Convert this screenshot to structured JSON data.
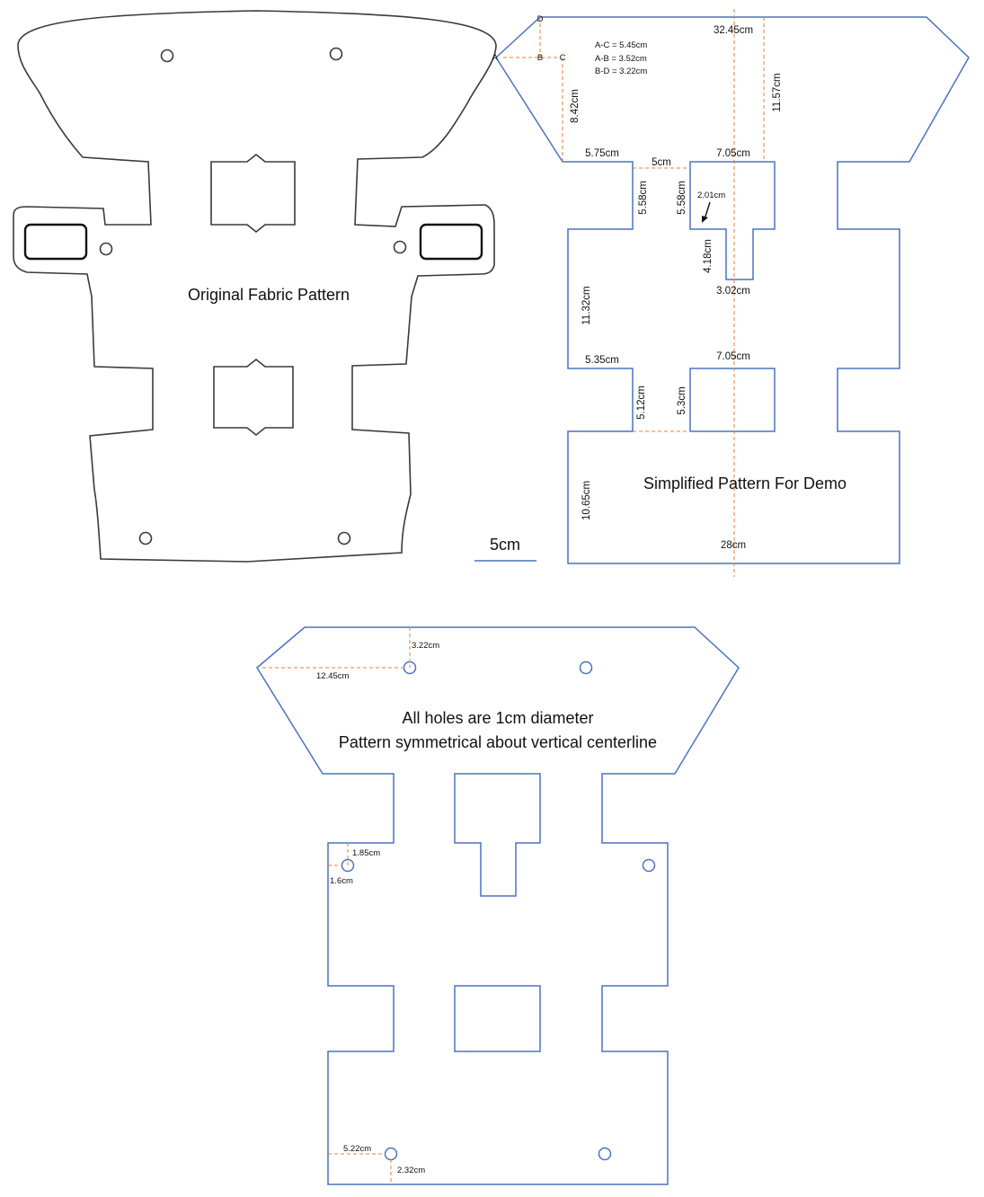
{
  "panels": {
    "original": {
      "title": "Original Fabric Pattern"
    },
    "simplified": {
      "title": "Simplified Pattern For Demo"
    },
    "holes": {
      "note_line1": "All holes are 1cm diameter",
      "note_line2": "Pattern symmetrical about vertical centerline"
    }
  },
  "scale_bar": {
    "label": "5cm"
  },
  "points": {
    "a": "A",
    "b": "B",
    "c": "C",
    "d": "D"
  },
  "relations": {
    "ac": "A-C = 5.45cm",
    "ab": "A-B = 3.52cm",
    "bd": "B-D = 3.22cm"
  },
  "dims": {
    "top_width": "32.45cm",
    "top_height": "11.57cm",
    "side_drop": "8.42cm",
    "shoulder": "5.75cm",
    "gap": "5cm",
    "tab_width": "7.05cm",
    "notch_height_left": "5.58cm",
    "notch_height_right": "5.58cm",
    "slot_offset": "2.01cm",
    "slot_height": "4.18cm",
    "slot_width": "3.02cm",
    "mid_height": "11.32cm",
    "lower_shoulder": "5.35cm",
    "lower_tab_width": "7.05cm",
    "lower_notch_left": "5.12cm",
    "lower_notch_right": "5.3cm",
    "bottom_height": "10.65cm",
    "bottom_width": "28cm",
    "hole1_y": "3.22cm",
    "hole1_x": "12.45cm",
    "hole2_y": "1.85cm",
    "hole2_x": "1.6cm",
    "hole3_x": "5.22cm",
    "hole3_y": "2.32cm"
  }
}
